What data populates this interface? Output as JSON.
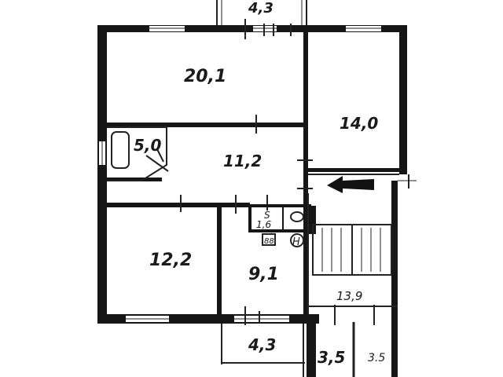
{
  "rooms": {
    "balcony_top": "4,3",
    "living_large": "20,1",
    "bedroom_right": "14,0",
    "bathroom": "5,0",
    "hall": "11,2",
    "bedroom_left": "12,2",
    "toilet": "1,6",
    "kitchen": "9,1",
    "stair": "13,9",
    "balcony_bottom": "4,3",
    "loggia_a": "3,5",
    "loggia_b": "3.5"
  },
  "fixtures": {
    "toilet_mark": "S",
    "water_heater": "H",
    "stove_mark": "88"
  },
  "colors": {
    "wall": "#161616",
    "line": "#222222",
    "arrow": "#111111"
  }
}
